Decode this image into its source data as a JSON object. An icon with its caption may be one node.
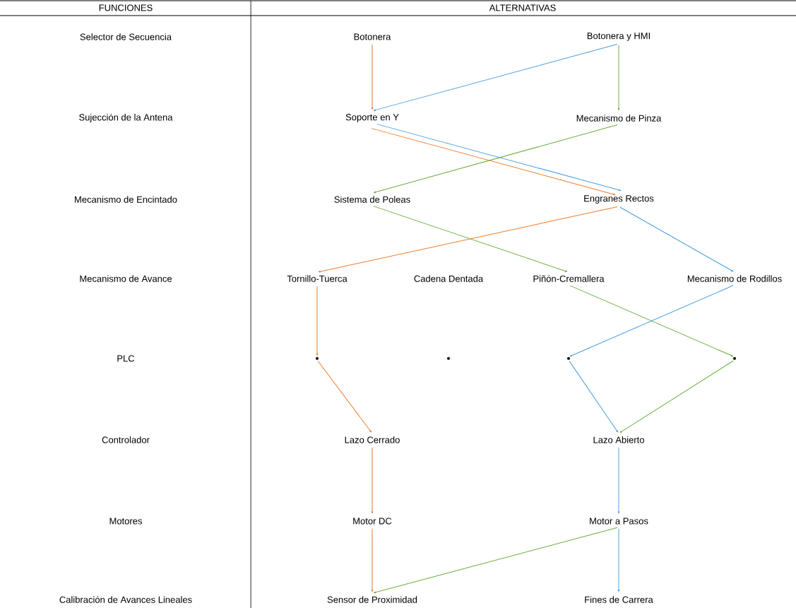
{
  "diagram": {
    "nodes": [
      {
        "text": [
          "Botonera"
        ]
      },
      {
        "text": [
          "Botonera y HMI"
        ]
      },
      {
        "text": [
          "Soporte en Y"
        ]
      },
      {
        "text": [
          "Mecanismo de Pinza"
        ]
      },
      {
        "text": [
          "Sistema de Poleas"
        ]
      },
      {
        "text": [
          "Engranes Rectos"
        ]
      },
      {
        "text": [
          "Tornillo-Tuerca"
        ]
      },
      {
        "text": [
          "Cadena Dentada"
        ]
      },
      {
        "text": [
          "Piñón-Cremallera"
        ]
      },
      {
        "text": [
          "Mecanismo de Rodillos"
        ]
      },
      {
        "text": [],
        "shape": "circle"
      },
      {
        "text": [],
        "shape": "circle"
      },
      {
        "text": [],
        "shape": "circle"
      },
      {
        "text": [],
        "shape": "circle"
      },
      {
        "text": [
          "Lazo Cerrado"
        ]
      },
      {
        "text": [
          "Lazo Abierto"
        ]
      },
      {
        "text": [
          "Motor DC"
        ]
      },
      {
        "text": [
          "Motor a Pasos"
        ]
      },
      {
        "text": [
          "Sensor de Proximidad"
        ]
      },
      {
        "text": [
          "Fines de Carrera"
        ]
      }
    ],
    "edges": [
      {
        "from": 0,
        "to": 2,
        "arrow": "to",
        "color": "#f07a2a"
      },
      {
        "from": 1,
        "to": 2,
        "arrow": "to",
        "color": "#4a9ee0"
      },
      {
        "from": 1,
        "to": 3,
        "arrow": "to",
        "color": "#6aae3c"
      },
      {
        "from": 2,
        "to": 5,
        "arrow": "to",
        "color": "#f07a2a"
      },
      {
        "from": 2,
        "to": 5,
        "arrow": "to",
        "color": "#4a9ee0"
      },
      {
        "from": 3,
        "to": 4,
        "arrow": "to",
        "color": "#6aae3c"
      },
      {
        "from": 4,
        "to": 8,
        "arrow": "to",
        "color": "#6aae3c"
      },
      {
        "from": 5,
        "to": 6,
        "arrow": "to",
        "color": "#f07a2a"
      },
      {
        "from": 5,
        "to": 9,
        "arrow": "to",
        "color": "#4a9ee0"
      },
      {
        "from": 6,
        "to": 10,
        "arrow": "to",
        "color": "#f07a2a"
      },
      {
        "from": 9,
        "to": 12,
        "arrow": "to",
        "color": "#4a9ee0"
      },
      {
        "from": 8,
        "to": 13,
        "arrow": "to",
        "color": "#6aae3c"
      },
      {
        "from": 10,
        "to": 14,
        "arrow": "to",
        "color": "#f07a2a"
      },
      {
        "from": 12,
        "to": 15,
        "arrow": "to",
        "color": "#4a9ee0"
      },
      {
        "from": 13,
        "to": 15,
        "arrow": "to",
        "color": "#6aae3c"
      },
      {
        "from": 14,
        "to": 16,
        "arrow": "to",
        "color": "#f07a2a"
      },
      {
        "from": 15,
        "to": 17,
        "arrow": "to",
        "color": "#4a9ee0"
      },
      {
        "from": 16,
        "to": 18,
        "arrow": "to",
        "color": "#f07a2a"
      },
      {
        "from": 17,
        "to": 18,
        "arrow": "to",
        "color": "#6aae3c"
      },
      {
        "from": 17,
        "to": 19,
        "arrow": "to",
        "color": "#4a9ee0"
      }
    ],
    "labels": [
      "FUNCIONES",
      "ALTERNATIVAS",
      "Selector de Secuencia",
      "Sujección de la Antena",
      "Mecanismo de Encintado",
      "Mecanismo de Avance",
      "PLC",
      "Controlador",
      "Motores",
      "Calibración de Avances Lineales"
    ]
  }
}
